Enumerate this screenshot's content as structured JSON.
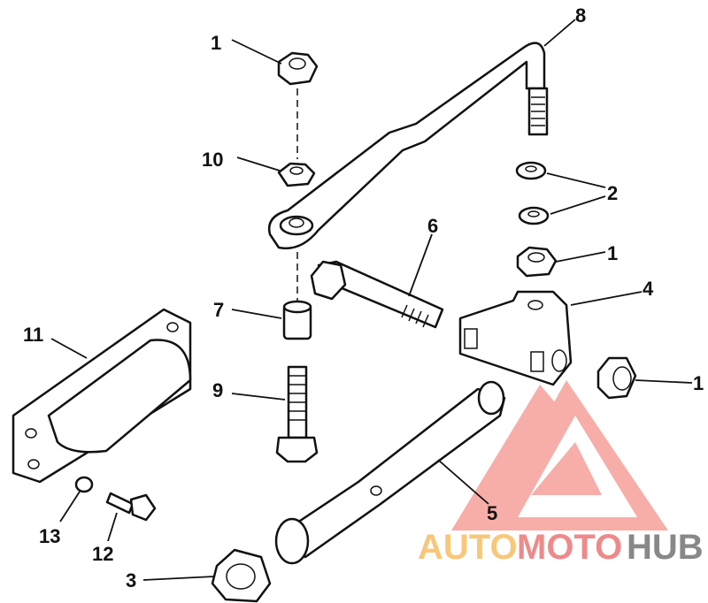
{
  "diagram": {
    "callouts": [
      {
        "id": "c1a",
        "text": "1"
      },
      {
        "id": "c8",
        "text": "8"
      },
      {
        "id": "c10",
        "text": "10"
      },
      {
        "id": "c2",
        "text": "2"
      },
      {
        "id": "c1b",
        "text": "1"
      },
      {
        "id": "c6",
        "text": "6"
      },
      {
        "id": "c4",
        "text": "4"
      },
      {
        "id": "c7",
        "text": "7"
      },
      {
        "id": "c11",
        "text": "11"
      },
      {
        "id": "c1c",
        "text": "1"
      },
      {
        "id": "c9",
        "text": "9"
      },
      {
        "id": "c5",
        "text": "5"
      },
      {
        "id": "c13",
        "text": "13"
      },
      {
        "id": "c12",
        "text": "12"
      },
      {
        "id": "c3",
        "text": "3"
      }
    ]
  },
  "watermark": {
    "part1": "AUTO",
    "part2": "MOTO",
    "part3": "HUB",
    "colors": {
      "auto": "#f8c77a",
      "moto": "#f08a8a",
      "hub": "#888888",
      "logo": "#f7a09a"
    }
  }
}
